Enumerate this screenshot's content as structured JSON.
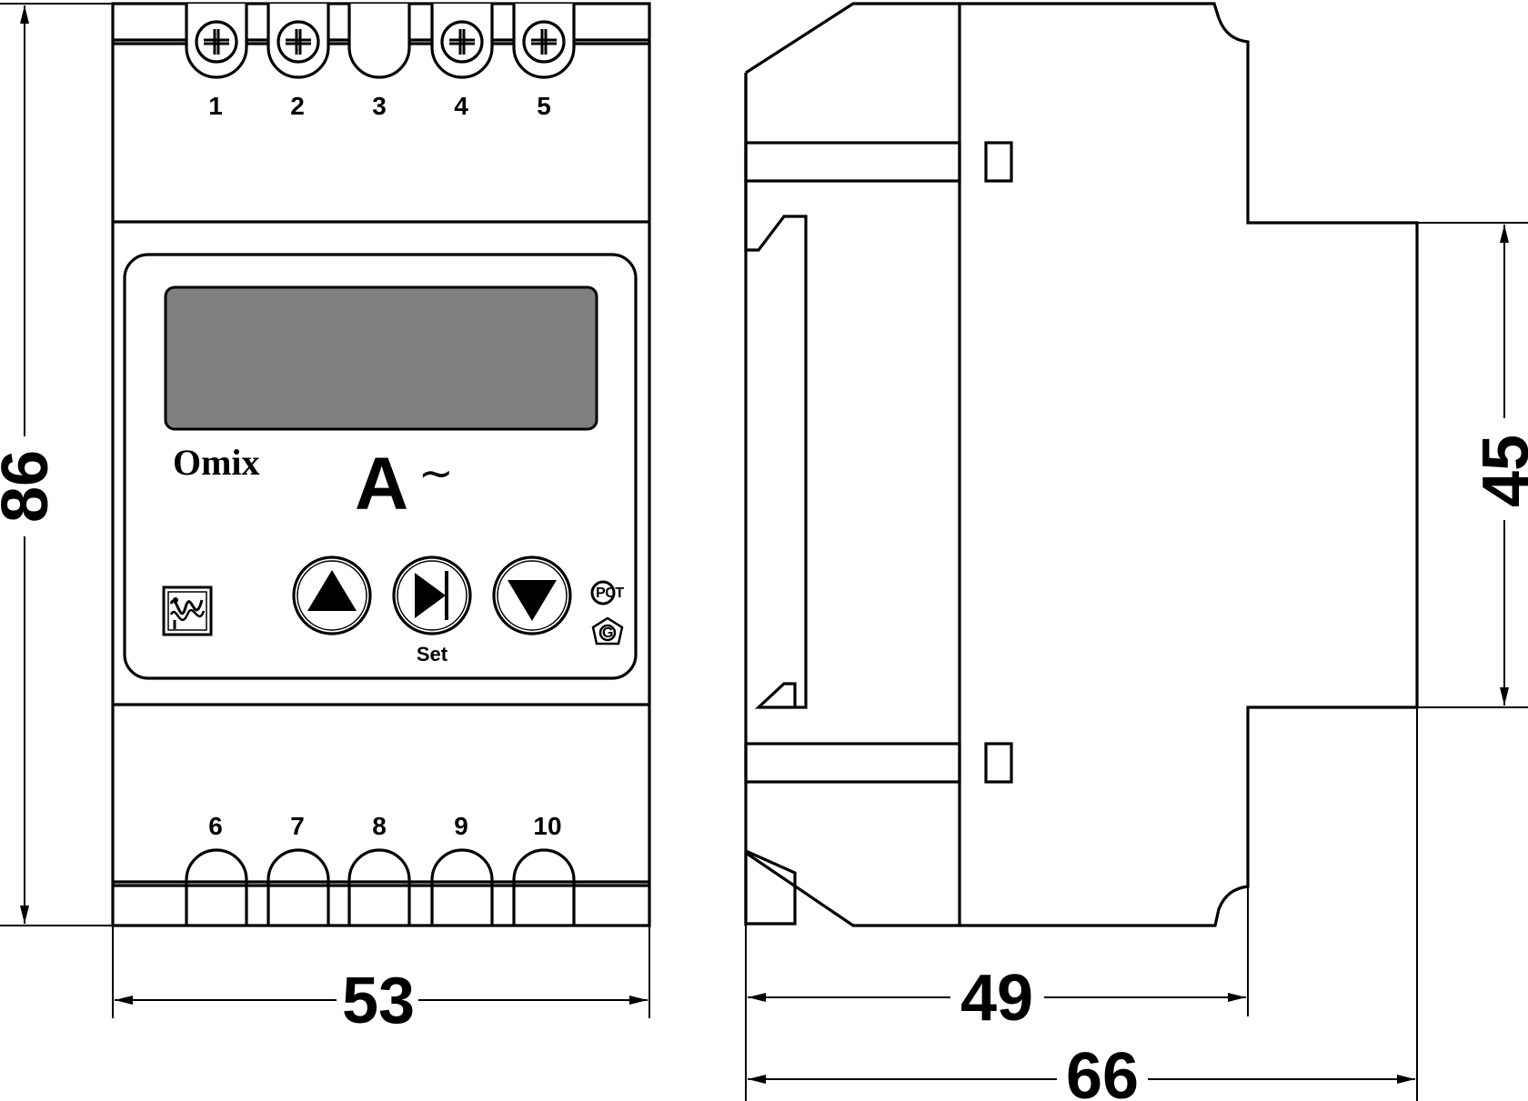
{
  "front_view": {
    "brand": "Omix",
    "unit_symbol": "A",
    "unit_suffix": "~",
    "set_label": "Set",
    "display_color": "#808080",
    "top_terminals": [
      "1",
      "2",
      "3",
      "4",
      "5"
    ],
    "bottom_terminals": [
      "6",
      "7",
      "8",
      "9",
      "10"
    ],
    "buttons": [
      {
        "icon": "triangle-up-icon"
      },
      {
        "icon": "play-next-icon"
      },
      {
        "icon": "triangle-down-icon"
      }
    ],
    "cert_marks": [
      "РСТ",
      "G"
    ]
  },
  "dimensions": {
    "height": "86",
    "width": "53",
    "side_body": "49",
    "side_total": "66",
    "din_height": "45"
  }
}
